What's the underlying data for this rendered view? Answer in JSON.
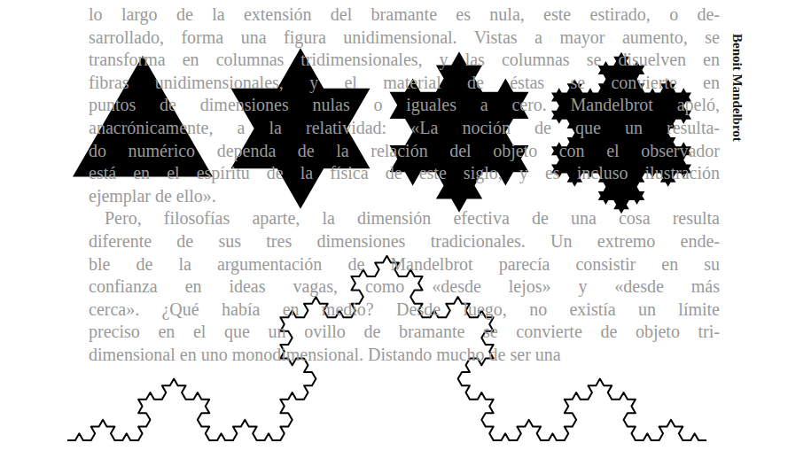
{
  "diagram": {
    "labels": [
      "lo largo de la extensión del bramante es nula, este estirado, o de-",
      "sarrollado, forma una figura unidimensional. Vistas a mayor aumento, se",
      "transforma en columnas tridimensionales, y las columnas se disuelven en",
      "fibras unidimensionales, y el material de éstas se convierte en",
      "puntos de dimensiones nulas o iguales a cero. Mandelbrot apeló,",
      "anacrónicamente, a la relatividad: «La noción de que un resulta-",
      "do numérico dependa de la relación del objeto con el observador",
      "está en el espíritu de la física de este siglo, y es incluso ilustración",
      "ejemplar de ello».",
      "Pero, filosofías aparte, la dimensión efectiva de una cosa resulta",
      "diferente de sus tres dimensiones tradicionales. Un extremo ende-",
      "ble de la argumentación de Mandelbrot parecía consistir en su",
      "confianza en ideas vagas, como «desde lejos» y «desde más",
      "cerca». ¿Qué había en medio? Desde luego, no existía un límite",
      "preciso en el que un ovillo de bramante se convierte de objeto tri-",
      "dimensional en uno monodimensional. Distando mucho de ser una",
      "Benoit Mandelbrot"
    ]
  }
}
